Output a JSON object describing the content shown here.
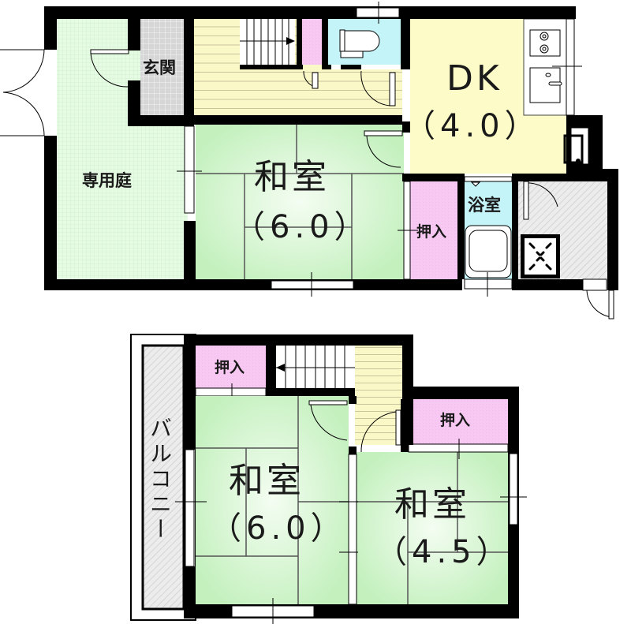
{
  "floor_plan": {
    "colors": {
      "wall": "#000000",
      "tatami": "#c9f5c4",
      "tatami_line": "#555555",
      "flooring": "#fbf8c8",
      "flooring_line": "#c8c49a",
      "closet": "#f7c9f3",
      "bath_toilet": "#c5f4f8",
      "garden": "#e4fbe1",
      "genkan": "#d9d9d9",
      "dk": "#fdfbc8",
      "hatched": "#e4e4e4"
    },
    "floor1": {
      "rooms": [
        {
          "id": "garden",
          "label": "専用庭"
        },
        {
          "id": "genkan",
          "label": "玄関"
        },
        {
          "id": "dk",
          "label": "DK",
          "size": "（4.0）"
        },
        {
          "id": "washitsu1",
          "label": "和室",
          "size": "（6.0）"
        },
        {
          "id": "oshiire1",
          "label": "押入"
        },
        {
          "id": "bath",
          "label": "浴室"
        }
      ]
    },
    "floor2": {
      "rooms": [
        {
          "id": "balcony",
          "label": "バルコニー"
        },
        {
          "id": "oshiire2",
          "label": "押入"
        },
        {
          "id": "oshiire3",
          "label": "押入"
        },
        {
          "id": "washitsu2",
          "label": "和室",
          "size": "（6.0）"
        },
        {
          "id": "washitsu3",
          "label": "和室",
          "size": "（4.5）"
        }
      ]
    }
  }
}
